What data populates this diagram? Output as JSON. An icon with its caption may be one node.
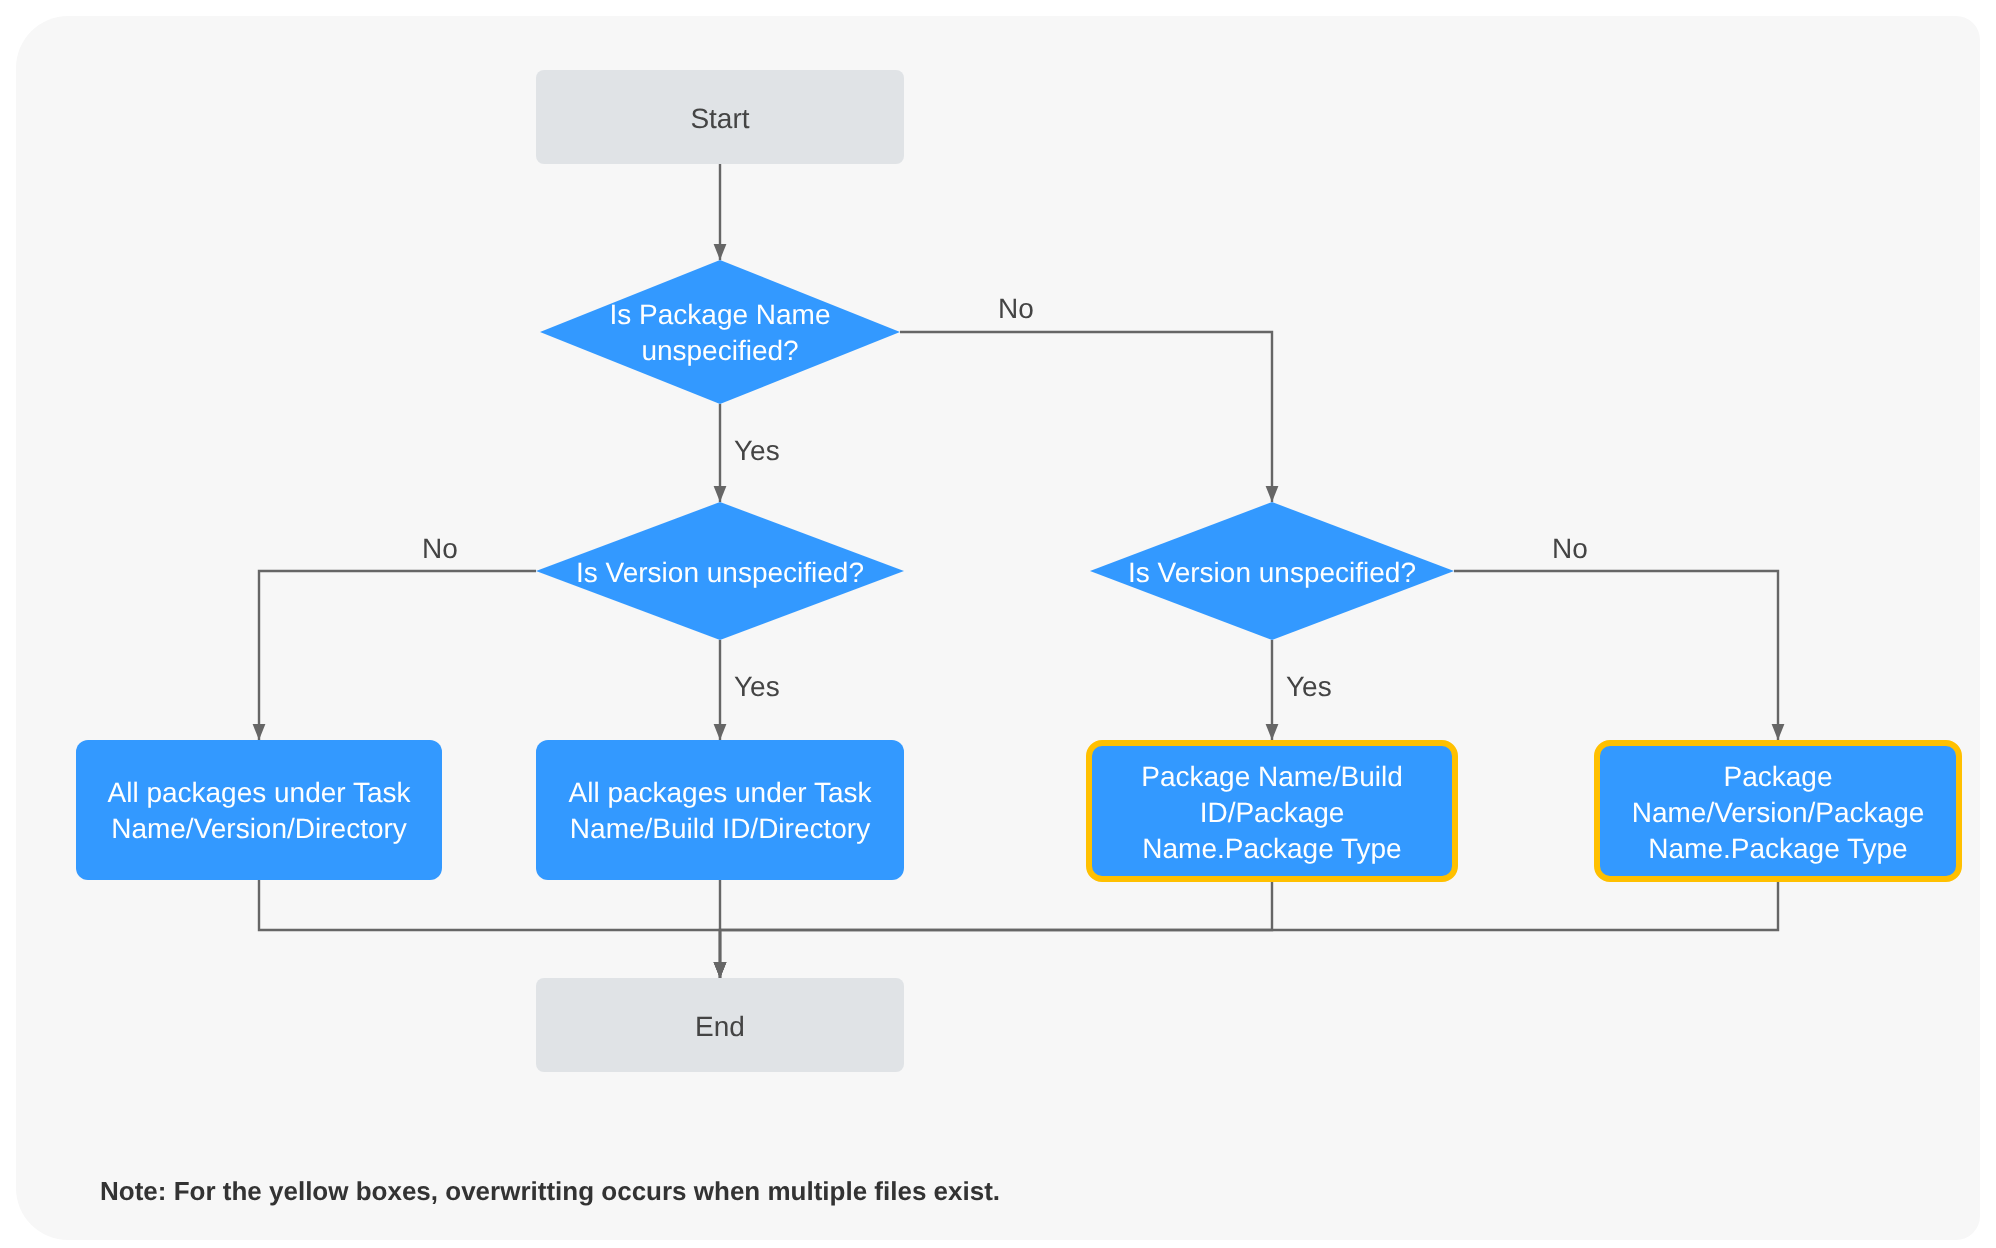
{
  "diagram": {
    "nodes": [
      {
        "text": [
          "Start"
        ]
      },
      {
        "text": [
          "Is Package Name unspecified?"
        ]
      },
      {
        "text": [
          "Is Version unspecified?"
        ]
      },
      {
        "text": [
          "Is Version unspecified?"
        ]
      },
      {
        "text": [
          "All packages under Task Name/Version/Directory"
        ]
      },
      {
        "text": [
          "All packages under Task Name/Build ID/Directory"
        ]
      },
      {
        "text": [
          "Package Name/Build ID/Package Name.Package Type"
        ]
      },
      {
        "text": [
          "Package Name/Version/Package Name.Package Type"
        ]
      },
      {
        "text": [
          "End"
        ]
      }
    ],
    "edges": [
      {
        "from": 0,
        "to": 1,
        "arrow": "to"
      },
      {
        "from": 1,
        "to": 2,
        "arrow": "to",
        "label": "Yes"
      },
      {
        "from": 1,
        "to": 3,
        "arrow": "to",
        "label": "No"
      },
      {
        "from": 2,
        "to": 4,
        "arrow": "to",
        "label": "No"
      },
      {
        "from": 2,
        "to": 5,
        "arrow": "to",
        "label": "Yes"
      },
      {
        "from": 3,
        "to": 6,
        "arrow": "to",
        "label": "Yes"
      },
      {
        "from": 3,
        "to": 7,
        "arrow": "to",
        "label": "No"
      },
      {
        "from": 4,
        "to": 8,
        "arrow": "to"
      },
      {
        "from": 5,
        "to": 8,
        "arrow": "to"
      },
      {
        "from": 6,
        "to": 8,
        "arrow": "to"
      },
      {
        "from": 7,
        "to": 8,
        "arrow": "to"
      }
    ],
    "labels": [
      "Note: For the yellow boxes, overwritting occurs when multiple files exist."
    ]
  }
}
